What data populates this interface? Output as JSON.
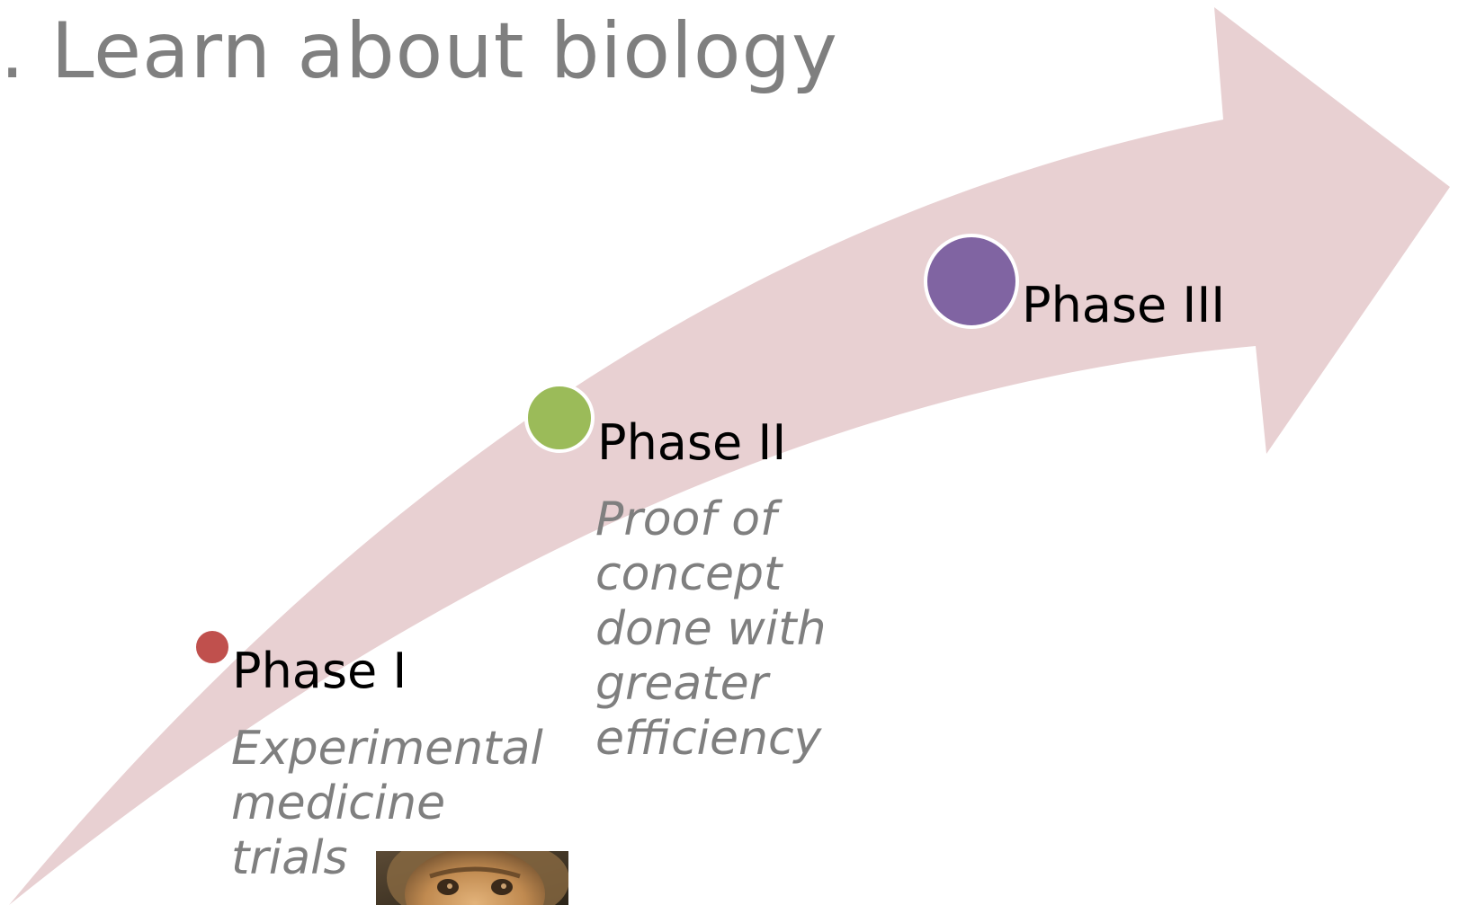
{
  "title": ". Learn about biology",
  "phases": [
    {
      "label": "Phase I",
      "description": "Experimental\nmedicine\ntrials",
      "dot_color": "#C0504D"
    },
    {
      "label": "Phase II",
      "description": "Proof of\nconcept\ndone with\ngreater\nefficiency",
      "dot_color": "#9BBB59"
    },
    {
      "label": "Phase III",
      "description": "",
      "dot_color": "#8064A2"
    }
  ],
  "arrow_color": "#E8D0D2",
  "image": {
    "subject": "monkey-face",
    "icon": "monkey-photo"
  }
}
